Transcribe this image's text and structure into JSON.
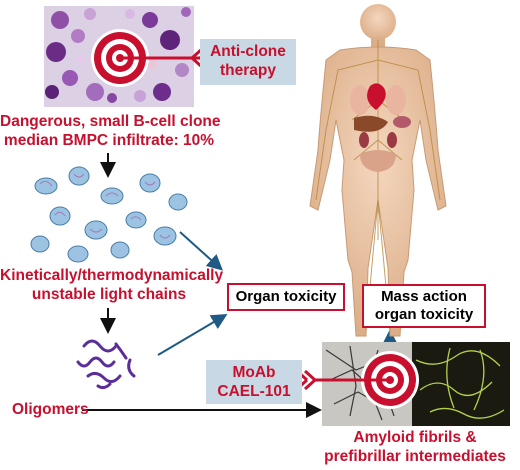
{
  "clone": {
    "label_line1": "Dangerous, small B-cell clone",
    "label_line2": "median BMPC infiltrate: 10%"
  },
  "therapy": {
    "line1": "Anti-clone",
    "line2": "therapy"
  },
  "light_chains": {
    "line1": "Kinetically/thermodynamically",
    "line2": "unstable light chains"
  },
  "oligomers": {
    "label": "Oligomers"
  },
  "moab": {
    "line1": "MoAb",
    "line2": "CAEL-101"
  },
  "organ_toxicity": {
    "label": "Organ toxicity"
  },
  "mass_action": {
    "line1": "Mass action",
    "line2": "organ toxicity"
  },
  "fibrils": {
    "line1": "Amyloid fibrils &",
    "line2": "prefibrillar intermediates"
  },
  "colors": {
    "accent_red": "#c8102e",
    "arrow_blue": "#1f5a85",
    "box_blue": "#c8d8e4"
  }
}
